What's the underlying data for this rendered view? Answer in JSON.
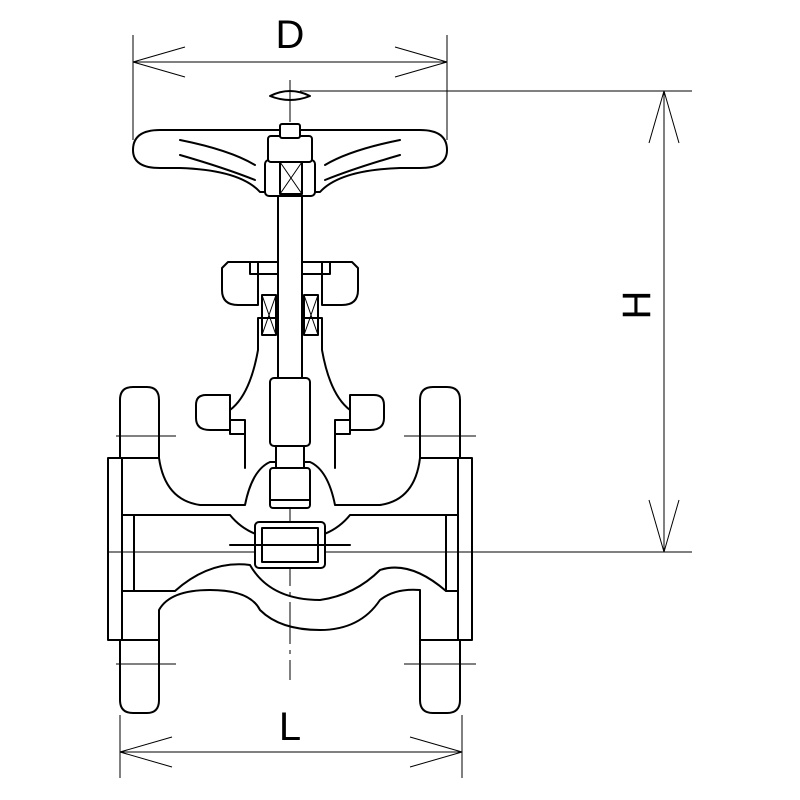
{
  "dimensions": {
    "diameter_label": "D",
    "height_label": "H",
    "length_label": "L"
  },
  "colors": {
    "line": "#000000",
    "background": "#ffffff"
  }
}
